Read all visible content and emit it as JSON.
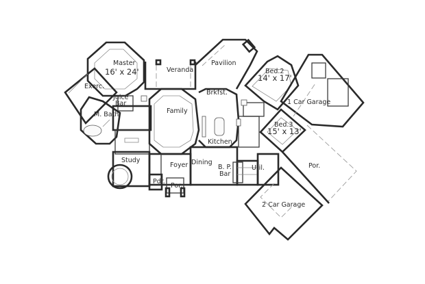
{
  "plan": {
    "type": "floor plan",
    "colors": {
      "background": "#ffffff",
      "wall": "#2a2a2a",
      "detail": "#8a8a8a"
    },
    "rooms": [
      {
        "id": "master",
        "name": "Master",
        "dims": "16' x 24'"
      },
      {
        "id": "exercise",
        "name": "Exerc."
      },
      {
        "id": "juice-bar",
        "name": "Juice",
        "name2": "Bar"
      },
      {
        "id": "master-bath",
        "name": "M. Bath"
      },
      {
        "id": "study",
        "name": "Study"
      },
      {
        "id": "veranda",
        "name": "Veranda"
      },
      {
        "id": "pavilion",
        "name": "Pavilion"
      },
      {
        "id": "family",
        "name": "Family"
      },
      {
        "id": "breakfast",
        "name": "Brkfst."
      },
      {
        "id": "kitchen",
        "name": "Kitchen"
      },
      {
        "id": "foyer",
        "name": "Foyer"
      },
      {
        "id": "dining",
        "name": "Dining"
      },
      {
        "id": "powder",
        "name": "Pdr."
      },
      {
        "id": "front-porch",
        "name": "Por."
      },
      {
        "id": "butler-pantry-bar",
        "name": "B. P.",
        "name2": "Bar"
      },
      {
        "id": "utility",
        "name": "Util."
      },
      {
        "id": "bed2",
        "name": "Bed.2",
        "dims": "14' x 17'"
      },
      {
        "id": "bed3",
        "name": "Bed.3",
        "dims": "15' x 13'"
      },
      {
        "id": "garage-1",
        "name": "1 Car Garage"
      },
      {
        "id": "side-porch",
        "name": "Por."
      },
      {
        "id": "garage-2",
        "name": "2 Car Garage"
      }
    ]
  }
}
